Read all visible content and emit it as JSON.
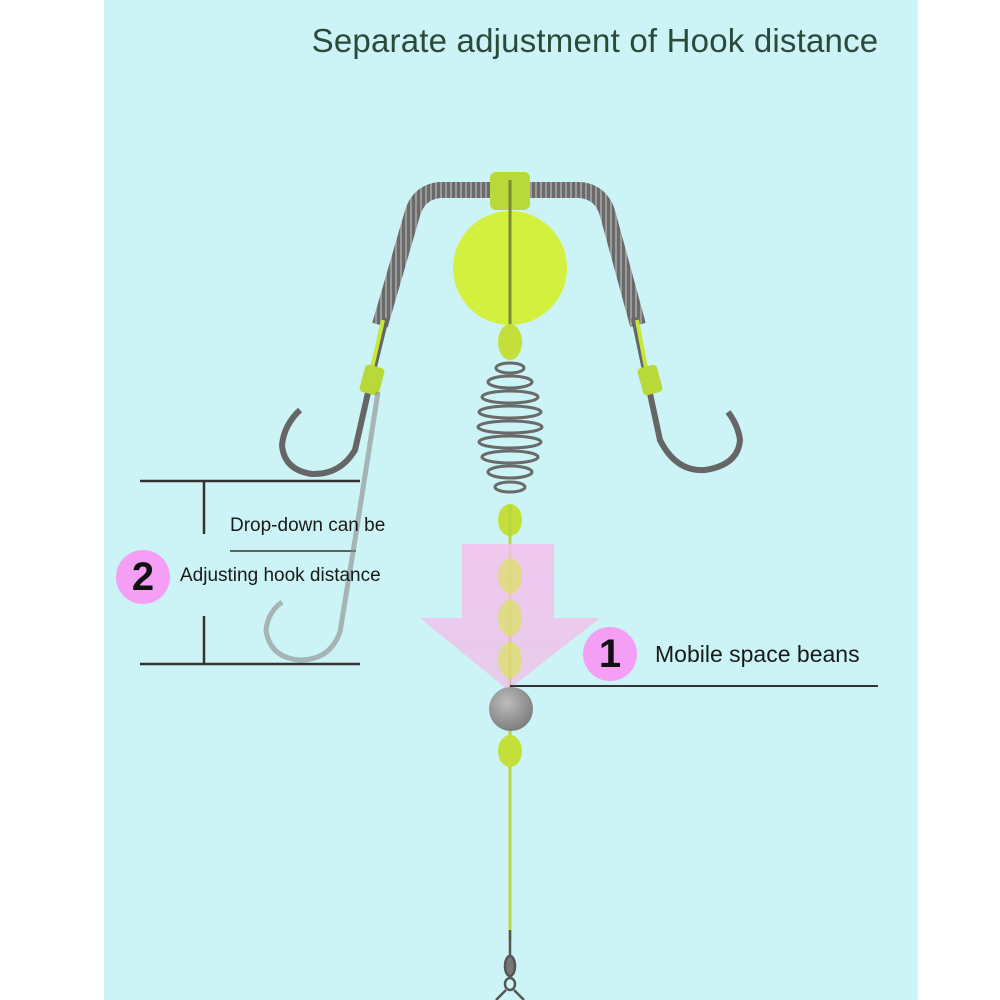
{
  "title": "Separate adjustment of Hook distance",
  "callout_1": {
    "number": "1",
    "label": "Mobile space beans"
  },
  "callout_2": {
    "number": "2",
    "line1": "Drop-down can be",
    "line2": "Adjusting hook distance"
  },
  "colors": {
    "background": "#ccf3f5",
    "lime": "#c7e83a",
    "wire": "#5a5a5a",
    "badge_1": "#f59ef5",
    "badge_2": "#f59ef5",
    "arrow": "#f6b3ea"
  }
}
